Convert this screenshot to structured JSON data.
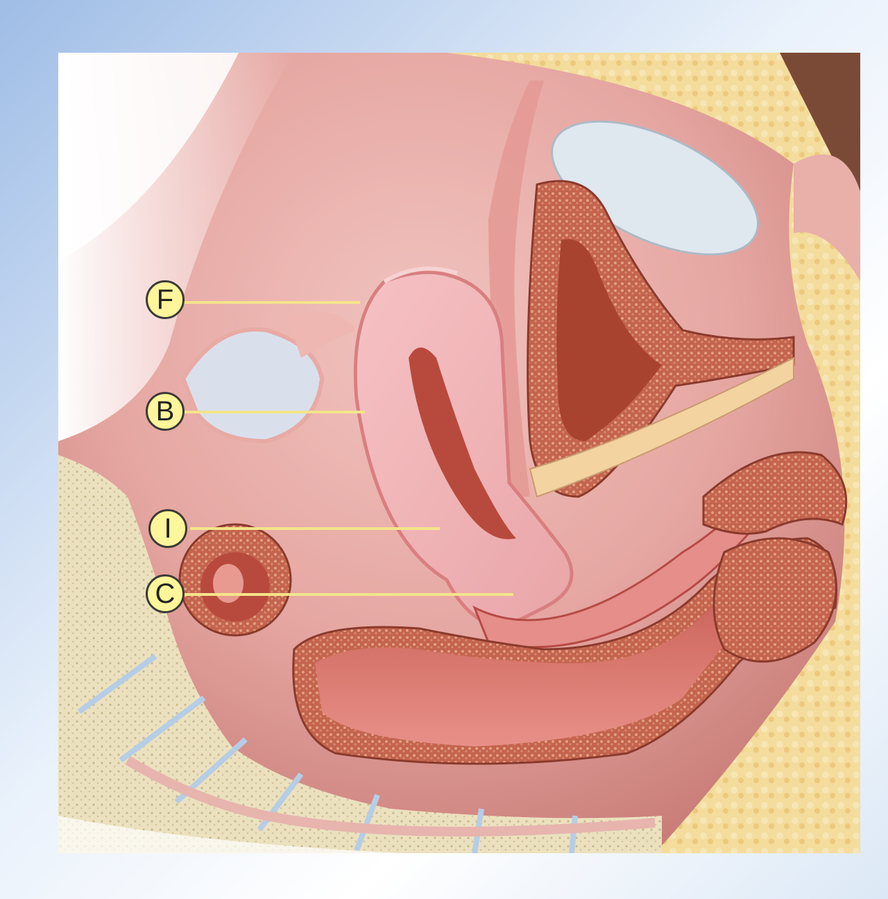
{
  "figure": {
    "labels": [
      {
        "id": "F",
        "text": "F"
      },
      {
        "id": "B",
        "text": "B"
      },
      {
        "id": "I",
        "text": "I"
      },
      {
        "id": "C",
        "text": "C"
      }
    ],
    "colors": {
      "label_fill": "#fff59a",
      "leader_line": "#f4e48a",
      "tissue_pink": "#e8a8a4",
      "organ_wall": "#f0b8b4",
      "muscle_red": "#b8523e",
      "fat_yellow": "#f2d898",
      "bone": "#e8dcb8",
      "background_blue": "#9fbde6"
    }
  }
}
